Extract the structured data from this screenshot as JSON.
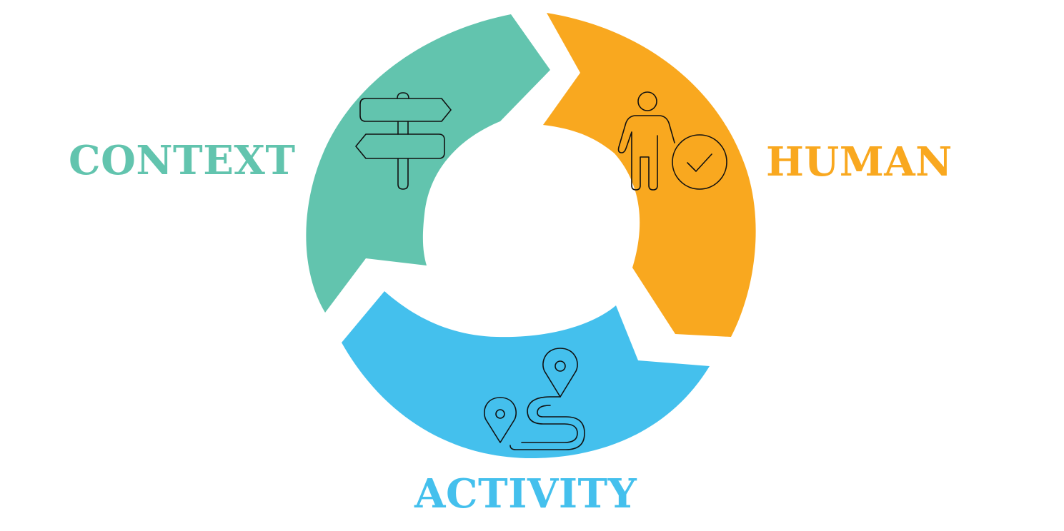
{
  "labels": {
    "context": "CONTEXT",
    "human": "HUMAN",
    "activity": "ACTIVITY"
  },
  "colors": {
    "context": "#62c4ae",
    "human": "#f9a81f",
    "activity": "#44c0ed",
    "icon_stroke": "#111111",
    "background": "#ffffff"
  },
  "icons": {
    "context": "signpost-icon",
    "human": "person-check-icon",
    "activity": "route-map-pin-icon"
  }
}
